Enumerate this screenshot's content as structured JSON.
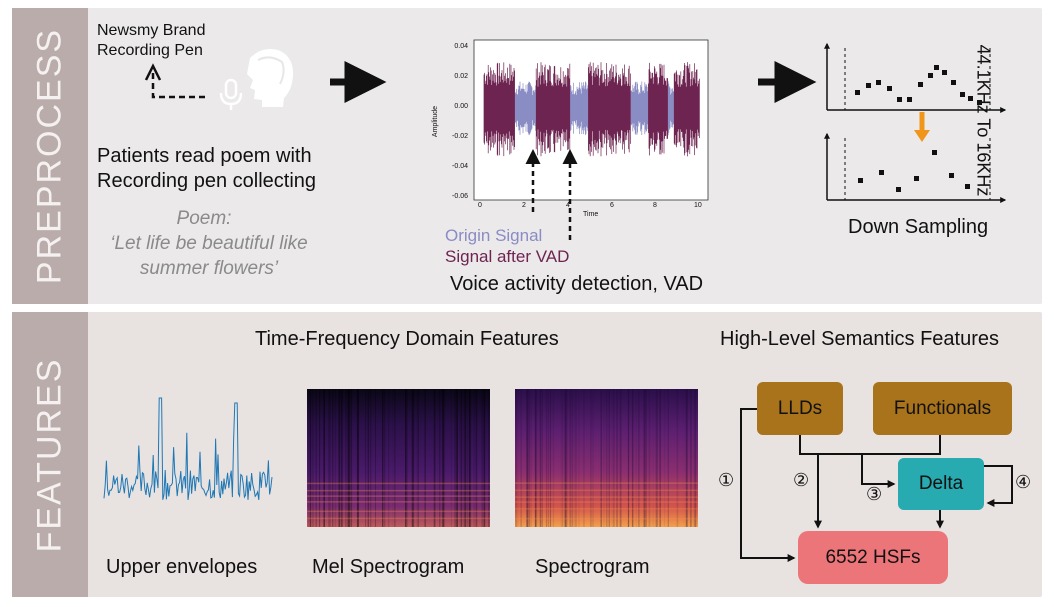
{
  "preprocess": {
    "side_label": "PREPROCESS",
    "pen_label": [
      "Newsmy Brand",
      "Recording Pen"
    ],
    "patients_text": [
      "Patients read poem with",
      "Recording pen collecting"
    ],
    "poem_label": "Poem:",
    "poem_text": [
      "‘Let life be beautiful like",
      "summer flowers’"
    ],
    "waveform": {
      "y_ticks": [
        "0.04",
        "0.02",
        "0.00",
        "-0.02",
        "-0.04",
        "-0.06"
      ],
      "x_ticks": [
        "0",
        "2",
        "4",
        "6",
        "8",
        "10"
      ],
      "y_label": "Amplitude",
      "x_label": "Time"
    },
    "legend_origin": "Origin Signal",
    "legend_vad": "Signal after VAD",
    "vad_caption": "Voice activity detection, VAD",
    "resample_label": "44.1KHz To 16KHz",
    "downsampling_caption": "Down Sampling",
    "colors": {
      "origin": "#8a8cc4",
      "vad": "#6e2450",
      "arrow_orange": "#f0951a"
    }
  },
  "features": {
    "side_label": "FEATURES",
    "tf_title": "Time-Frequency Domain Features",
    "hl_title": "High-Level Semantics Features",
    "captions": {
      "envelope": "Upper envelopes",
      "mel": "Mel Spectrogram",
      "spec": "Spectrogram"
    },
    "boxes": {
      "llds": "LLDs",
      "functionals": "Functionals",
      "delta": "Delta",
      "hsfs": "6552 HSFs"
    },
    "steps": [
      "①",
      "②",
      "③",
      "④"
    ],
    "colors": {
      "llds": "#a8731b",
      "functionals": "#a8731b",
      "delta": "#27aab0",
      "hsfs": "#ec7579",
      "envelope": "#1f77b4"
    }
  }
}
